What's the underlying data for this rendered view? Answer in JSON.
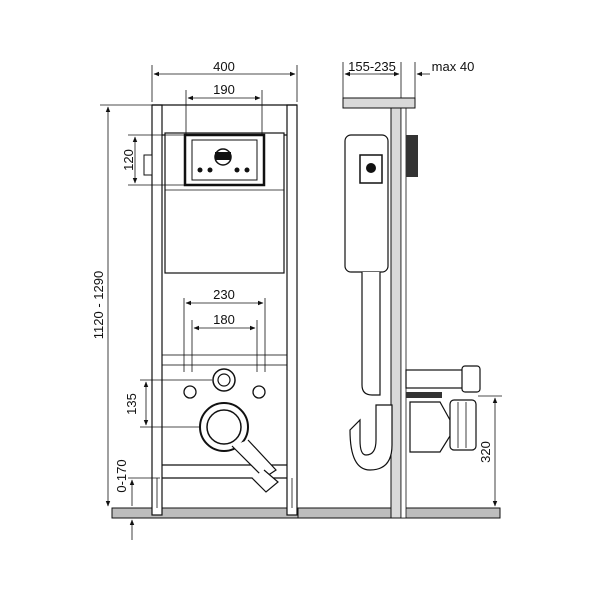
{
  "dimensions": {
    "frame_width": "400",
    "flush_plate_width": "190",
    "flush_plate_height": "120",
    "total_height": "1120 - 1290",
    "bolt_spacing_outer": "230",
    "bolt_spacing_inner": "180",
    "drain_height": "135",
    "foot_adjust": "0-170",
    "depth": "155-235",
    "max_wall": "max 40",
    "inlet_height": "320"
  },
  "colors": {
    "line": "#111111",
    "fill": "#d9d9d9",
    "background": "#ffffff"
  }
}
